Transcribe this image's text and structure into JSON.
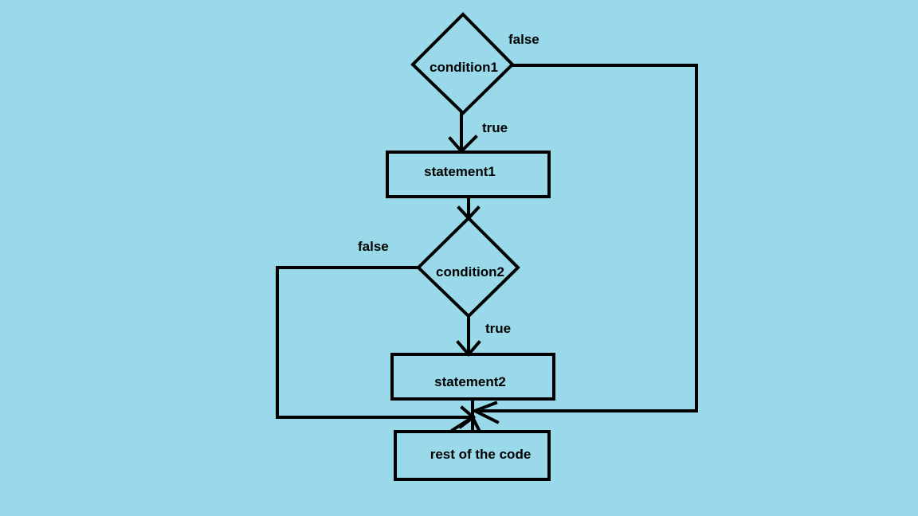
{
  "colors": {
    "background": "#9ad9ea",
    "stroke": "#000000",
    "text": "#000000"
  },
  "nodes": {
    "condition1": "condition1",
    "statement1": "statement1",
    "condition2": "condition2",
    "statement2": "statement2",
    "rest": "rest of the code"
  },
  "edges": {
    "c1_false": "false",
    "c1_true": "true",
    "c2_false": "false",
    "c2_true": "true"
  }
}
